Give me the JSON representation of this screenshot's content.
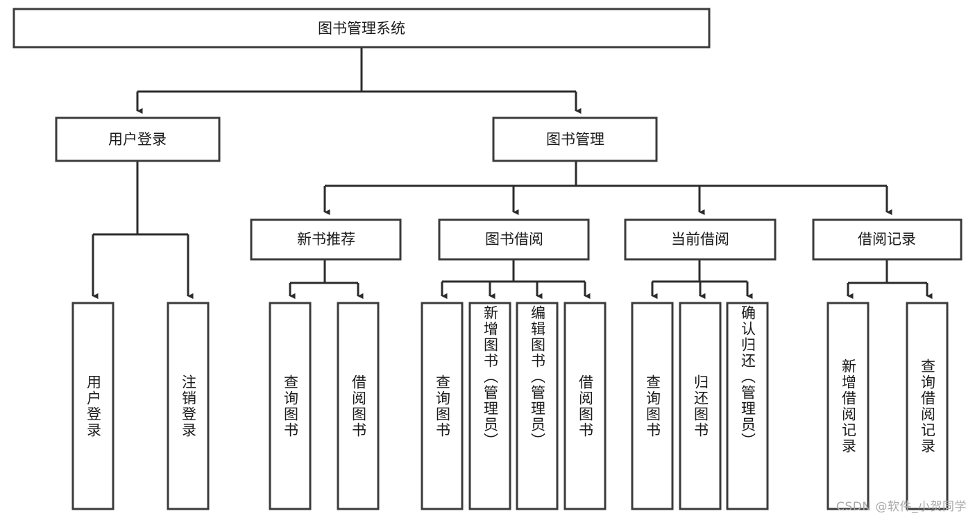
{
  "diagram": {
    "type": "tree",
    "title": "图书管理系统",
    "root": {
      "label": "图书管理系统"
    },
    "level2": [
      {
        "label": "用户登录"
      },
      {
        "label": "图书管理"
      }
    ],
    "level3": [
      {
        "label": "新书推荐"
      },
      {
        "label": "图书借阅"
      },
      {
        "label": "当前借阅"
      },
      {
        "label": "借阅记录"
      }
    ],
    "leaves": {
      "user_login": [
        "用户登录",
        "注销登录"
      ],
      "new_book_recommend": [
        "查询图书",
        "借阅图书"
      ],
      "book_borrow": [
        "查询图书",
        "新增图书（管理员）",
        "编辑图书（管理员）",
        "借阅图书"
      ],
      "current_borrow": [
        "查询图书",
        "归还图书",
        "确认归还（管理员）"
      ],
      "borrow_record": [
        "新增借阅记录",
        "查询借阅记录"
      ]
    }
  },
  "watermark": {
    "text": "CSDN @软件_小贺同学"
  },
  "colors": {
    "box_stroke": "#3b3b3b",
    "connector": "#2b2b2b",
    "text": "#1a1a1a",
    "background": "#ffffff",
    "watermark": "#a8a8a8"
  }
}
